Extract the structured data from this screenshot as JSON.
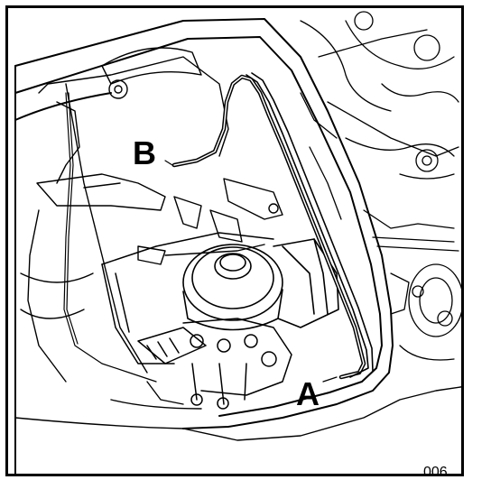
{
  "figure": {
    "callouts": [
      {
        "id": "B",
        "label": "B"
      },
      {
        "id": "A",
        "label": "A"
      }
    ],
    "reference_number": "006",
    "colors": {
      "ink": "#000000",
      "paper": "#ffffff"
    }
  }
}
